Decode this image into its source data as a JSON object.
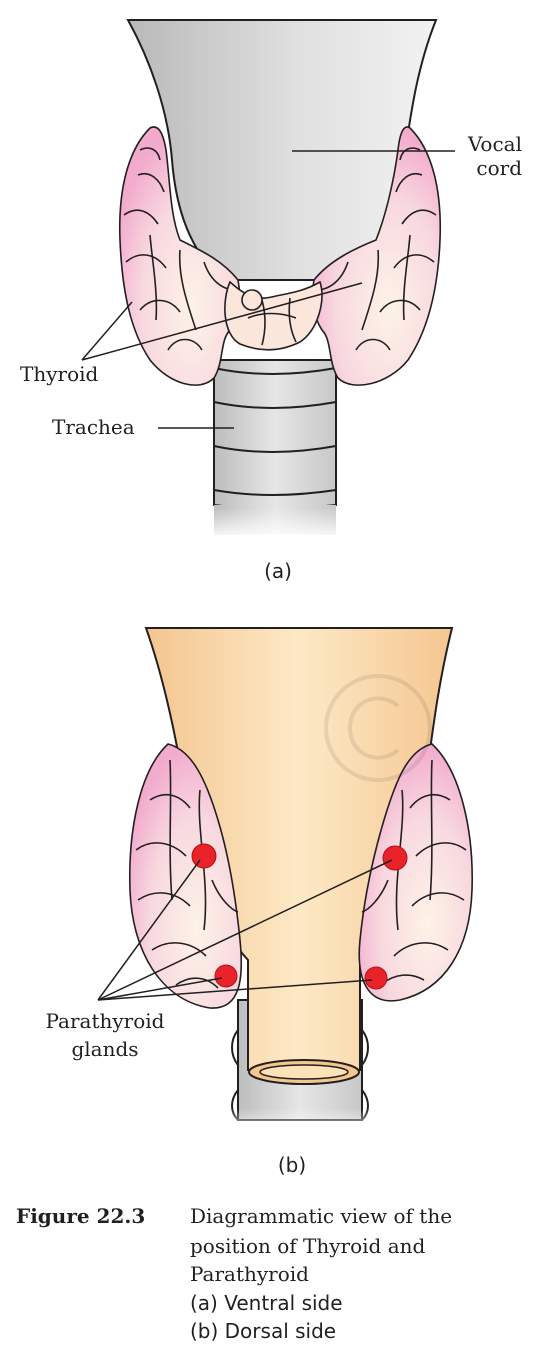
{
  "panel_a": {
    "label": "(a)",
    "labels": {
      "vocal_cord_line1": "Vocal",
      "vocal_cord_line2": "cord",
      "thyroid": "Thyroid",
      "trachea": "Trachea"
    }
  },
  "panel_b": {
    "label": "(b)",
    "labels": {
      "parathyroid_line1": "Parathyroid",
      "parathyroid_line2": "glands"
    }
  },
  "caption": {
    "number": "Figure 22.3",
    "line1": "Diagrammatic view of the",
    "line2": "position of Thyroid and",
    "line3": "Parathyroid",
    "item_a": "(a) Ventral side",
    "item_b": "(b) Dorsal side"
  },
  "colors": {
    "larynx_grey": "#d9d9d9",
    "trachea_grey": "#d4d4d4",
    "thyroid_pink": "#f4b9d9",
    "thyroid_cream": "#fbe8d8",
    "larynx_orange": "#f6cf9c",
    "parathyroid_red": "#e8232a",
    "outline": "#231f20"
  }
}
